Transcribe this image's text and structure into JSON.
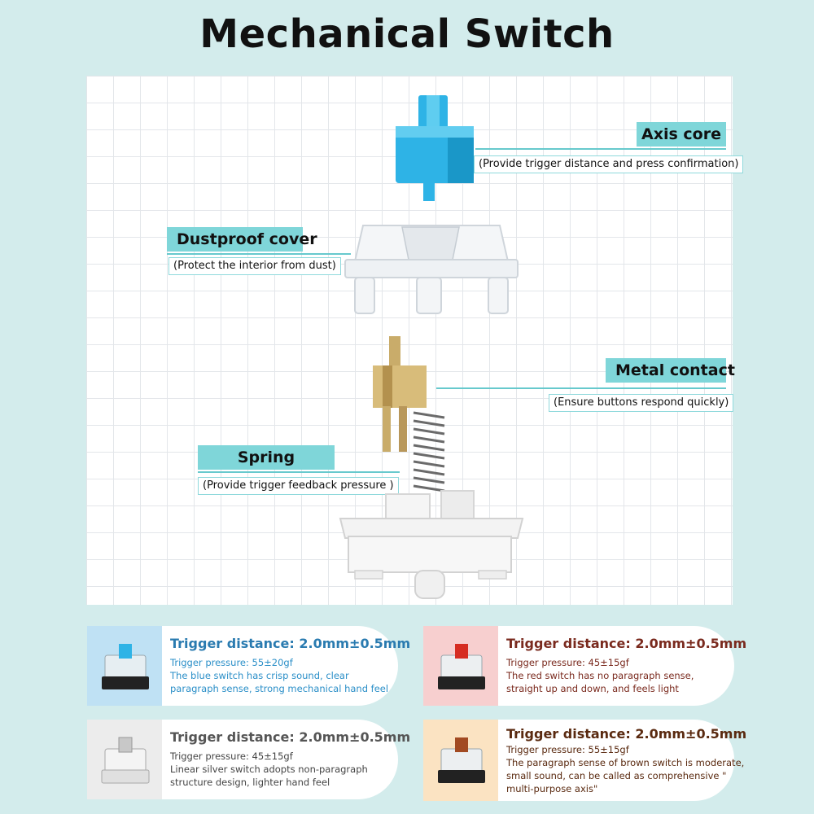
{
  "title": "Mechanical Switch",
  "labels": {
    "axis_core": {
      "title": "Axis core",
      "desc": "(Provide trigger distance and press confirmation)"
    },
    "dustproof_cover": {
      "title": "Dustproof cover",
      "desc": "(Protect the interior from dust)"
    },
    "metal_contact": {
      "title": "Metal contact",
      "desc": "(Ensure buttons respond quickly)"
    },
    "spring": {
      "title": "Spring",
      "desc": "(Provide trigger feedback pressure )"
    }
  },
  "colors": {
    "background": "#d3ecec",
    "label_box": "#7fd6d9",
    "stem_blue": "#2eb3e6",
    "brass": "#c9ac6a"
  },
  "cards": [
    {
      "switch": "blue",
      "head": "Trigger distance: 2.0mm±0.5mm",
      "lines": [
        "Trigger pressure: 55±20gf",
        "The blue switch has crisp sound, clear",
        "paragraph sense, strong mechanical hand feel"
      ],
      "head_color": "#2a7bb0",
      "text_color": "#2b8fc8",
      "tint": "#bfe1f4",
      "stem": "#2eb3e6"
    },
    {
      "switch": "red",
      "head": "Trigger distance: 2.0mm±0.5mm",
      "lines": [
        "Trigger pressure: 45±15gf",
        "The red switch has no paragraph sense,",
        "straight up and down, and feels light"
      ],
      "head_color": "#7a2a1e",
      "text_color": "#7a2a1e",
      "tint": "#f7cfcf",
      "stem": "#d62d22"
    },
    {
      "switch": "silver",
      "head": "Trigger distance: 2.0mm±0.5mm",
      "lines": [
        "Trigger pressure: 45±15gf",
        "Linear silver switch adopts non-paragraph",
        "structure design, lighter hand feel"
      ],
      "head_color": "#555555",
      "text_color": "#444444",
      "tint": "#ececec",
      "stem": "#c8c8c8"
    },
    {
      "switch": "brown",
      "head": "Trigger distance: 2.0mm±0.5mm",
      "lines": [
        "Trigger pressure: 55±15gf",
        "The paragraph sense of brown switch is moderate,",
        "small sound, can be called as comprehensive \"",
        "multi-purpose axis\""
      ],
      "head_color": "#5a2a10",
      "text_color": "#5a2a10",
      "tint": "#fbe3c2",
      "stem": "#a24a22"
    }
  ]
}
